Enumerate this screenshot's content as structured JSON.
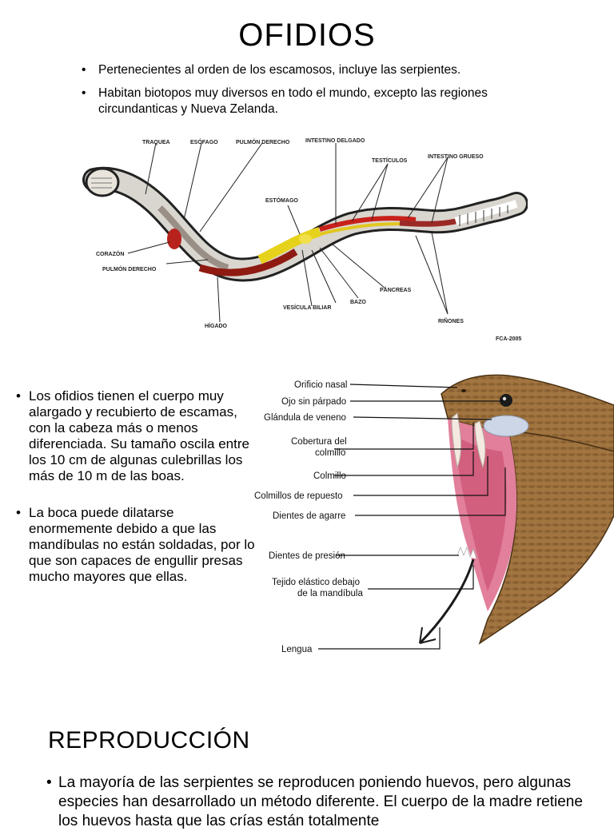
{
  "slide1": {
    "title": "OFIDIOS",
    "bullets": [
      "Pertenecientes al orden de los escamosos, incluye las serpientes.",
      "Habitan biotopos muy diversos en todo el mundo, excepto las regiones circundanticas y Nueva Zelanda."
    ],
    "anatomy_labels": {
      "traquea": "TRAQUEA",
      "esofago": "ESÓFAGO",
      "pulmon_derecho_top": "PULMÓN DERECHO",
      "intestino_delgado": "INTESTINO DELGADO",
      "testiculos": "TESTÍCULOS",
      "intestino_grueso": "INTESTINO GRUESO",
      "estomago": "ESTÓMAGO",
      "corazon": "CORAZÓN",
      "pulmon_derecho_bottom": "PULMÓN DERECHO",
      "pancreas": "PÁNCREAS",
      "bazo": "BAZO",
      "vesicula_biliar": "VESÍCULA BILIAR",
      "higado": "HÍGADO",
      "rinones": "RIÑONES",
      "credit": "FCA-2005"
    }
  },
  "slide2": {
    "bullets": [
      "Los ofidios tienen el cuerpo muy alargado y recubierto de escamas, con la cabeza más o menos diferenciada. Su tamaño oscila entre los 10 cm de algunas culebrillas los más de 10 m de las boas.",
      "La boca puede dilatarse enormemente debido a que las mandíbulas no están soldadas, por lo que son capaces de engullir presas mucho mayores que ellas."
    ],
    "head_labels": {
      "orificio_nasal": "Orificio nasal",
      "ojo": "Ojo sin párpado",
      "glandula": "Glándula de veneno",
      "cobertura_1": "Cobertura del",
      "cobertura_2": "colmillo",
      "colmillo": "Colmillo",
      "repuesto": "Colmillos de repuesto",
      "agarre": "Dientes de agarre",
      "presion": "Dientes de presión",
      "tejido_1": "Tejido elástico debajo",
      "tejido_2": "de la mandíbula",
      "lengua": "Lengua"
    }
  },
  "slide3": {
    "title": "REPRODUCCIÓN",
    "bullet": "La mayoría de las serpientes se reproducen poniendo huevos, pero algunas especies han desarrollado un método diferente. El cuerpo de la madre retiene los huevos hasta que las crías están totalmente"
  },
  "bullet_glyph": "•"
}
